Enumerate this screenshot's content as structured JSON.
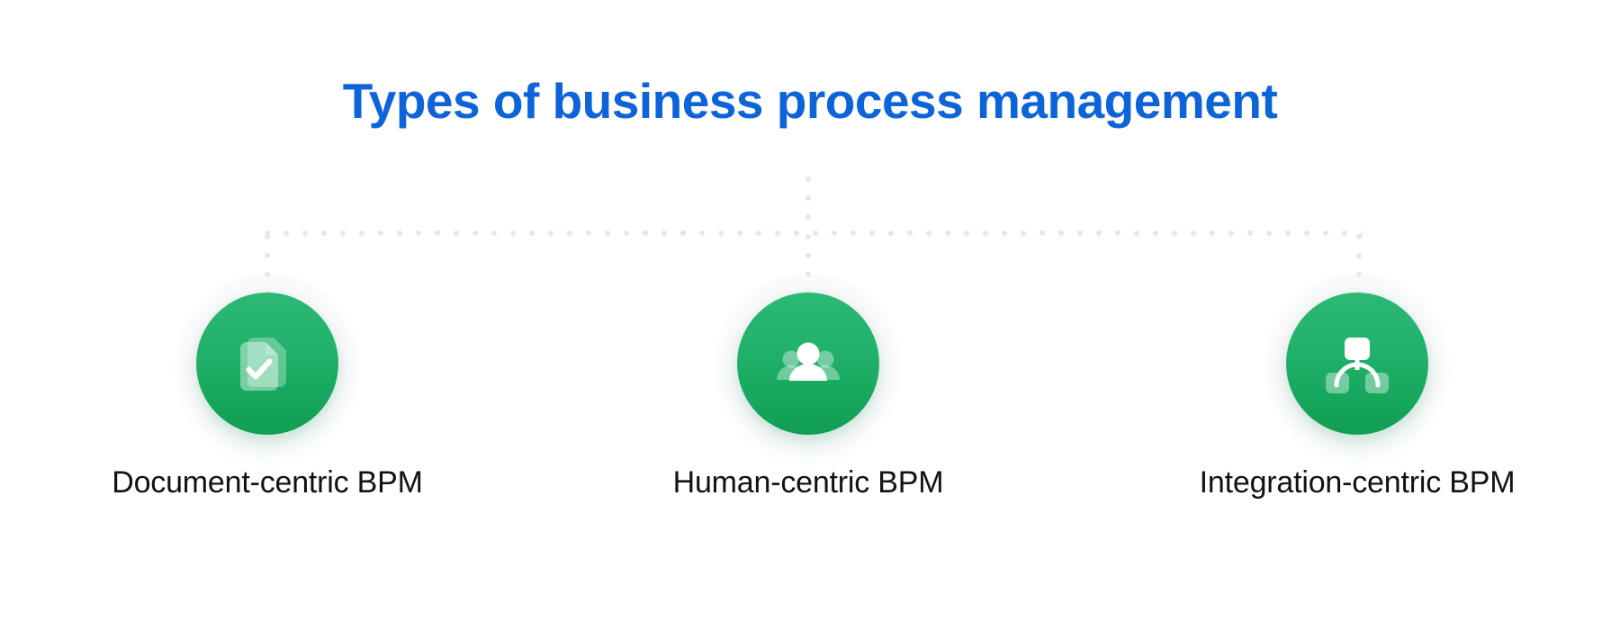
{
  "header": {
    "title": "Types of business process management",
    "title_color": "#0d63d8"
  },
  "theme": {
    "background": "#ffffff",
    "node_green_top": "#2bb975",
    "node_green_bottom": "#0f9e53",
    "connector_dot": "#e4e6e9",
    "label_color": "#111214"
  },
  "diagram": {
    "type": "hierarchy",
    "connector_style": "dotted",
    "nodes": [
      {
        "id": "document-centric",
        "label": "Document-centric BPM",
        "icon": "document-check-icon"
      },
      {
        "id": "human-centric",
        "label": "Human-centric BPM",
        "icon": "people-group-icon"
      },
      {
        "id": "integration-centric",
        "label": "Integration-centric BPM",
        "icon": "org-chart-icon"
      }
    ]
  }
}
